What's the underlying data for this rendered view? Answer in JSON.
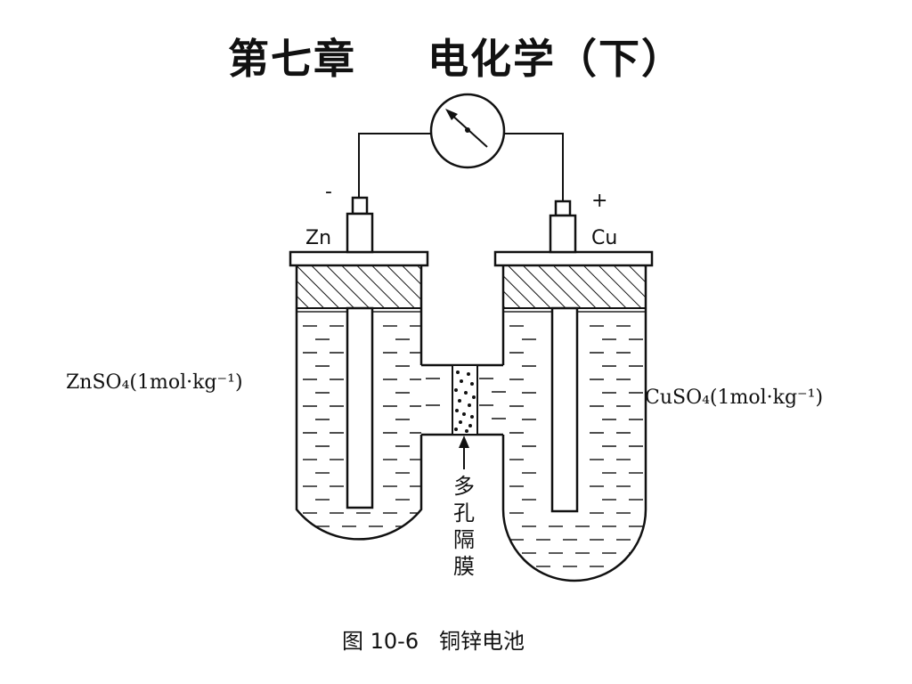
{
  "title": {
    "chapter": "第七章",
    "subject": "电化学（下）"
  },
  "diagram": {
    "left_electrode_sign": "-",
    "right_electrode_sign": "+",
    "left_electrode": "Zn",
    "right_electrode": "Cu",
    "left_solution": "ZnSO₄(1mol·kg⁻¹)",
    "right_solution": "CuSO₄(1mol·kg⁻¹)",
    "membrane_chars": [
      "多",
      "孔",
      "隔",
      "膜"
    ],
    "caption": "图 10-6   铜锌电池"
  }
}
